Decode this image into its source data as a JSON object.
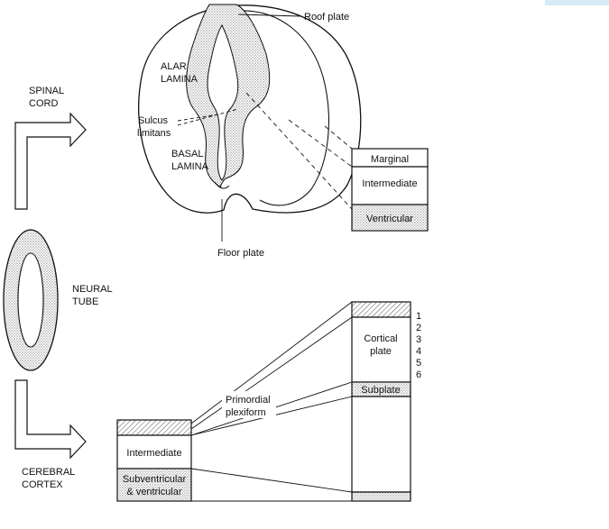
{
  "spinal_cord": {
    "arrow_label": [
      "SPINAL",
      "CORD"
    ],
    "roof_plate": "Roof plate",
    "floor_plate": "Floor plate",
    "alar_lamina": [
      "ALAR",
      "LAMINA"
    ],
    "sulcus_limitans": [
      "Sulcus",
      "limitans"
    ],
    "basal_lamina": [
      "BASAL",
      "LAMINA"
    ],
    "layers": [
      "Marginal",
      "Intermediate",
      "Ventricular"
    ]
  },
  "neural_tube": [
    "NEURAL",
    "TUBE"
  ],
  "cerebral_cortex": {
    "arrow_label": [
      "CEREBRAL",
      "CORTEX"
    ],
    "early_layers": [
      "Intermediate",
      "Subventricular",
      "& ventricular"
    ],
    "primordial_plexiform": [
      "Primordial",
      "plexiform"
    ],
    "mature_layers": [
      "Cortical",
      "plate",
      "Subplate"
    ],
    "layer_numbers": [
      "1",
      "2",
      "3",
      "4",
      "5",
      "6"
    ]
  },
  "colors": {
    "line": "#111111",
    "fill": "#ffffff",
    "stipple": "#9a9a9a",
    "corner_highlight": "#d6ecf7"
  }
}
